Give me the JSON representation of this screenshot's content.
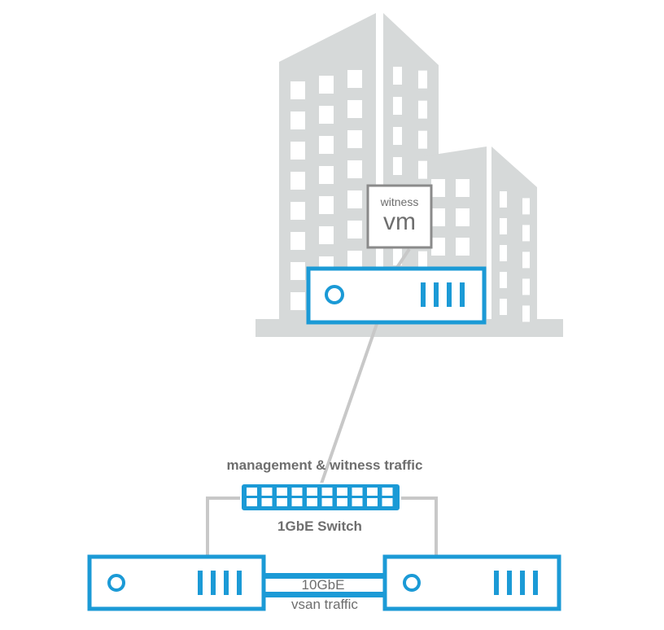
{
  "witness_vm": {
    "top_label": "witness",
    "main_label": "vm"
  },
  "network": {
    "switch_traffic_label": "management & witness traffic",
    "switch_name_label": "1GbE Switch",
    "direct_link_speed_label": "10GbE",
    "direct_link_traffic_label": "vsan traffic"
  },
  "colors": {
    "accent_blue": "#1b9ad6",
    "building_gray": "#d6d9d9",
    "window_white": "#ffffff",
    "cable_gray": "#c8c8c8",
    "label_gray": "#6e6e6e",
    "vm_border_gray": "#8a8a8a"
  },
  "icons": [
    "office-building-icon",
    "server-icon",
    "network-switch-icon",
    "virtual-machine-icon"
  ]
}
